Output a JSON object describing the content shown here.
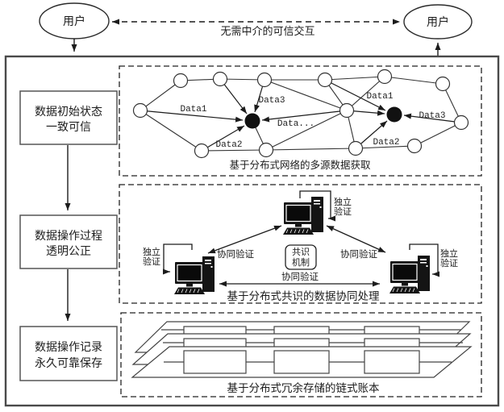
{
  "users": {
    "left_label": "用户",
    "right_label": "用户",
    "interaction_label": "无需中介的可信交互"
  },
  "steps": [
    {
      "line1": "数据初始状态",
      "line2": "一致可信"
    },
    {
      "line1": "数据操作过程",
      "line2": "透明公正"
    },
    {
      "line1": "数据操作记录",
      "line2": "永久可靠保存"
    }
  ],
  "network": {
    "caption": "基于分布式网络的多源数据获取",
    "left_labels": {
      "data1": "Data1",
      "data2": "Data2",
      "data3": "Data3",
      "dots": "Data..."
    },
    "right_labels": {
      "data1": "Data1",
      "data2": "Data2",
      "data3": "Data3"
    }
  },
  "consensus": {
    "caption": "基于分布式共识的数据协同处理",
    "independent_line1": "独立",
    "independent_line2": "验证",
    "collaborative": "协同验证",
    "mechanism_line1": "共识",
    "mechanism_line2": "机制"
  },
  "ledger": {
    "caption": "基于分布式冗余存储的链式账本"
  },
  "colors": {
    "line": "#333333",
    "text": "#1c1c1c",
    "background": "#ffffff"
  }
}
